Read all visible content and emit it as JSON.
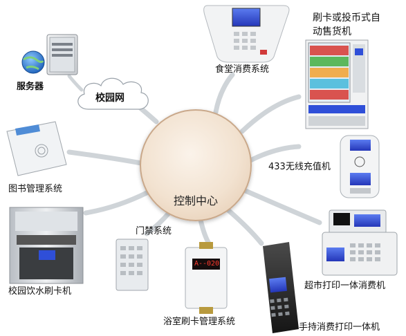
{
  "center": {
    "label": "控制中心"
  },
  "cloud": {
    "label": "校园网"
  },
  "nodes": {
    "server": "服务器",
    "canteen": "食堂消费系统",
    "vending": "刷卡或投币式自\n动售货机",
    "recharge": "433无线充值机",
    "library": "图书管理系统",
    "access": "门禁系统",
    "water": "校园饮水刷卡机",
    "bath": "浴室刷卡管理系统",
    "handheld": "手持消费打印一体机",
    "supermarket": "超市打印一体消费机"
  },
  "devices": {
    "bath_display": "A--020"
  },
  "colors": {
    "circle_border": "#c9a88a",
    "connector": "#cfd4d8",
    "screen_blue": "#2f4fd8"
  }
}
